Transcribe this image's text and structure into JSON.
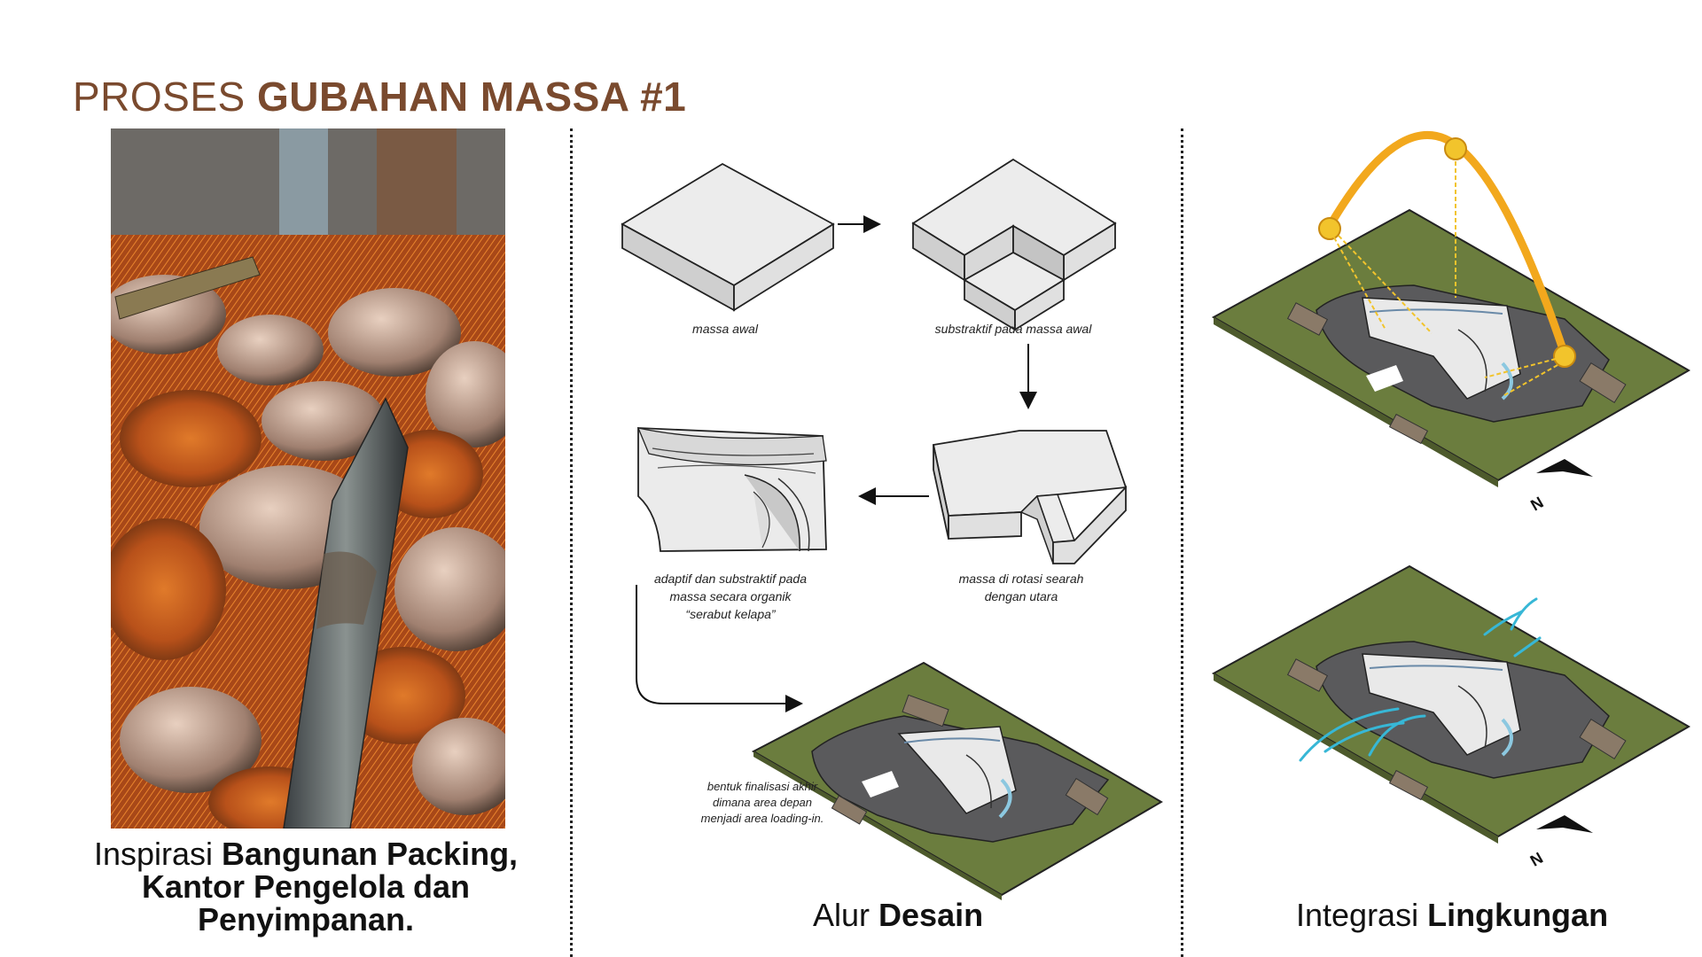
{
  "title": {
    "light": "PROSES ",
    "bold": "GUBAHAN MASSA #1"
  },
  "left_panel": {
    "caption_light": "Inspirasi ",
    "caption_bold": "Bangunan Packing, Kantor Pengelola dan Penyimpanan."
  },
  "middle_panel": {
    "section_light": "Alur ",
    "section_bold": "Desain",
    "steps": {
      "step1": "massa awal",
      "step2": "substraktif pada massa awal",
      "step3_line1": "massa di rotasi searah",
      "step3_line2": "dengan utara",
      "step4_line1": "adaptif dan substraktif pada",
      "step4_line2": "massa secara organik",
      "step4_line3": "“serabut kelapa”",
      "step5_line1": "bentuk finalisasi akhir",
      "step5_line2": "dimana area depan",
      "step5_line3": "menjadi area loading-in."
    }
  },
  "right_panel": {
    "section_light": "Integrasi ",
    "section_bold": "Lingkungan",
    "north_label": "N"
  },
  "colors": {
    "title_brown": "#7a4a2e",
    "site_green": "#6b7d3e",
    "paving_gray": "#5a5a5c",
    "sun_orange": "#f2a81d",
    "wind_cyan": "#37b7d6",
    "water_blue": "#8cc8e0"
  }
}
